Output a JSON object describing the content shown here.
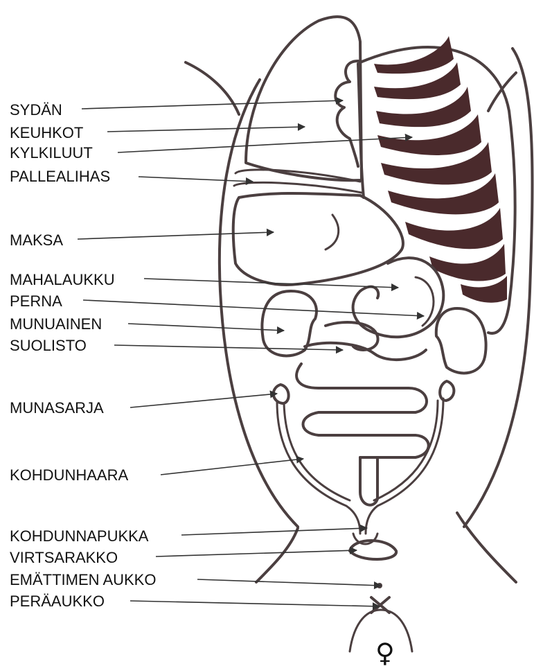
{
  "colors": {
    "outline": "#4b3f40",
    "ribs": "#4a2a2c",
    "leader": "#333333",
    "text": "#111111"
  },
  "labels": {
    "sydan": "SYDÄN",
    "keuhkot": "KEUHKOT",
    "kylkiluut": "KYLKILUUT",
    "pallealihas": "PALLEALIHAS",
    "maksa": "MAKSA",
    "mahalaukku": "MAHALAUKKU",
    "perna": "PERNA",
    "munuainen": "MUNUAINEN",
    "suolisto": "SUOLISTO",
    "munasarja": "MUNASARJA",
    "kohdunhaara": "KOHDUNHAARA",
    "kohdunnapukka": "KOHDUNNAPUKKA",
    "virtsarakko": "VIRTSARAKKO",
    "emattimen_aukko": "EMÄTTIMEN AUKKO",
    "peraaukko": "PERÄAUKKO"
  },
  "female_symbol": "♀"
}
